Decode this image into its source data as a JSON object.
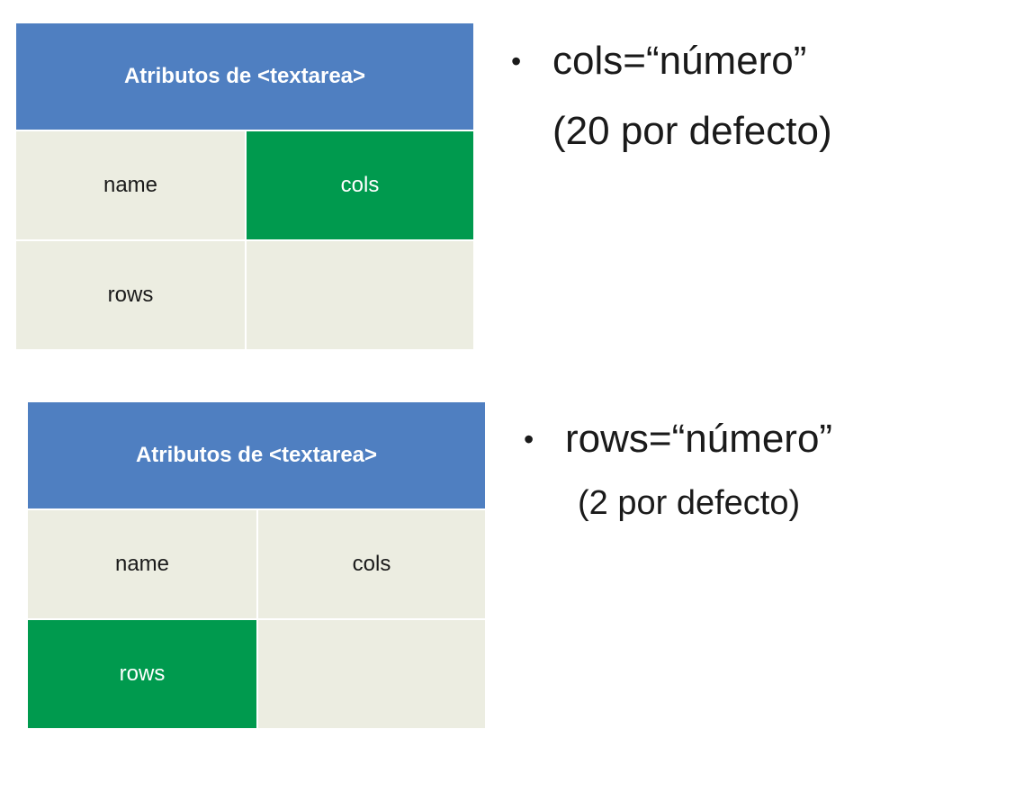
{
  "colors": {
    "header_bg": "#4f7fc1",
    "cell_plain_bg": "#ecede1",
    "cell_highlight_bg": "#009a4e"
  },
  "table_1": {
    "header": "Atributos de <textarea>",
    "rows": [
      [
        "name",
        "cols"
      ],
      [
        "rows",
        ""
      ]
    ],
    "highlighted": "cols"
  },
  "bullet_1": {
    "symbol": "•",
    "main": "cols=“número”",
    "sub": "(20 por defecto)"
  },
  "table_2": {
    "header": "Atributos de <textarea>",
    "rows": [
      [
        "name",
        "cols"
      ],
      [
        "rows",
        ""
      ]
    ],
    "highlighted": "rows"
  },
  "bullet_2": {
    "symbol": "•",
    "main": "rows=“número”",
    "sub": "(2 por defecto)"
  }
}
